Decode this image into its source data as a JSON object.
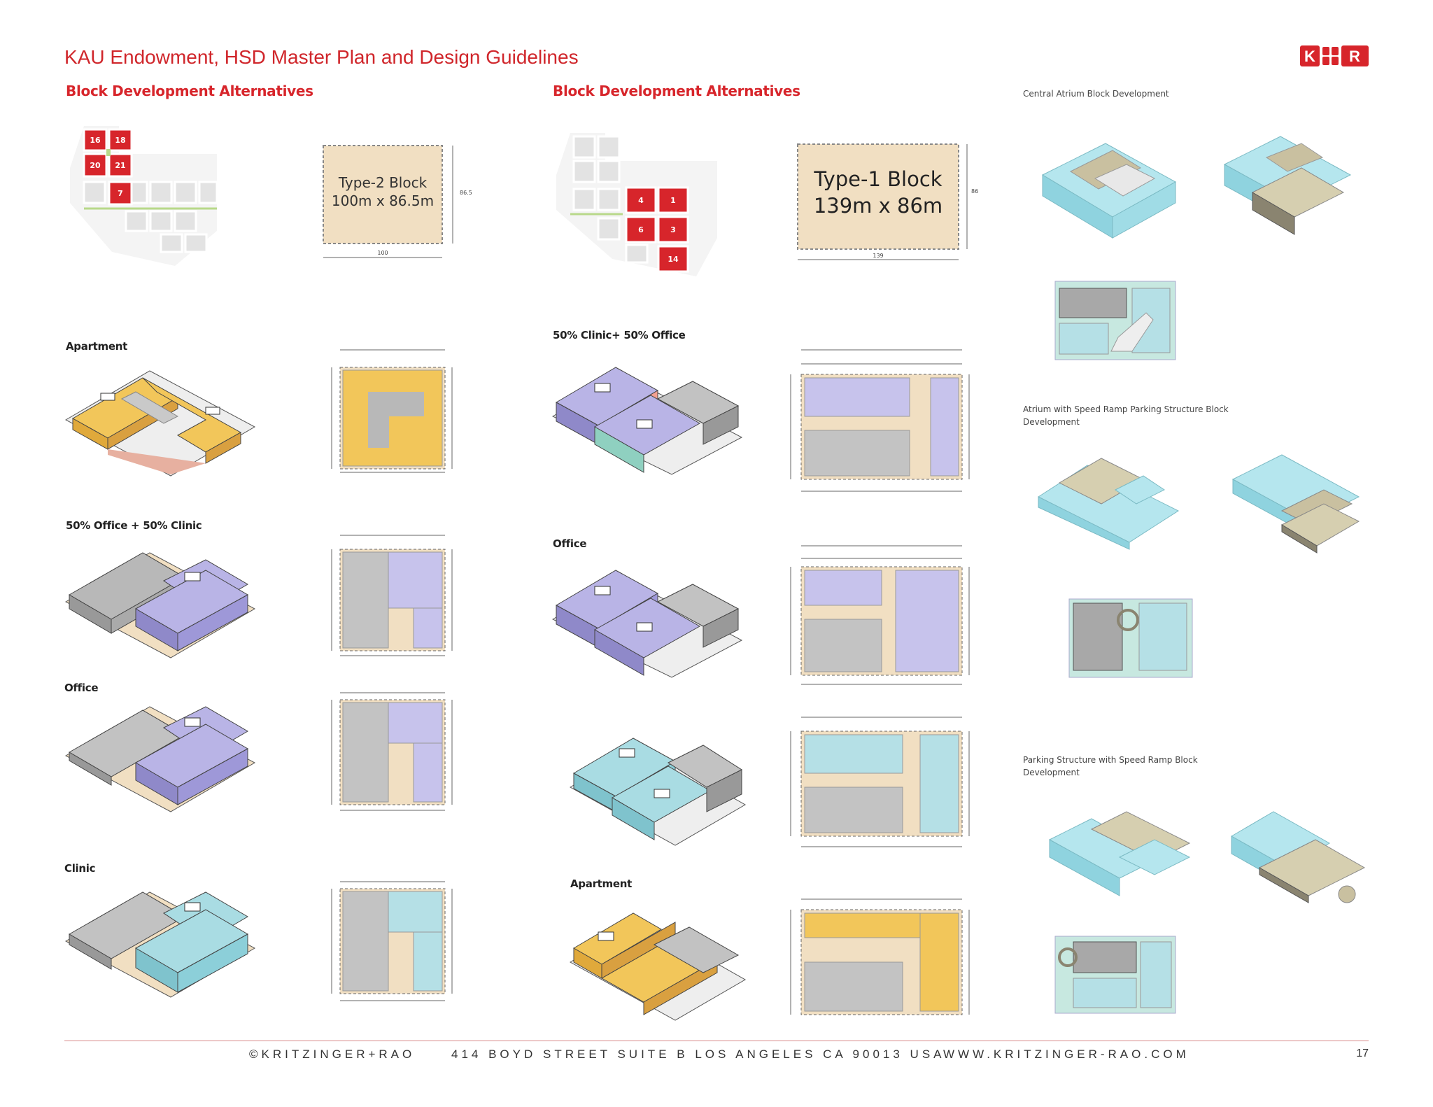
{
  "header": {
    "title": "KAU Endowment, HSD Master Plan and Design Guidelines",
    "logo": {
      "left": "K",
      "right": "R",
      "color": "#d7252b"
    }
  },
  "col1": {
    "heading": "Block Development Alternatives",
    "block_label_line1": "Type-2 Block",
    "block_label_line2": "100m x 86.5m",
    "block_dim_w": "100",
    "block_dim_h": "86.5",
    "map_blocks": [
      "16",
      "18",
      "20",
      "21",
      "7"
    ],
    "rows": [
      {
        "label": "Apartment"
      },
      {
        "label": "50% Office + 50% Clinic"
      },
      {
        "label": "Office"
      },
      {
        "label": "Clinic"
      }
    ]
  },
  "col2": {
    "heading": "Block Development Alternatives",
    "block_label_line1": "Type-1 Block",
    "block_label_line2": "139m x 86m",
    "block_dim_w": "139",
    "block_dim_h": "86",
    "map_blocks": [
      "4",
      "1",
      "6",
      "3",
      "14"
    ],
    "rows": [
      {
        "label": "50% Clinic+ 50% Office"
      },
      {
        "label": "Office"
      },
      {
        "label": ""
      },
      {
        "label": "Apartment"
      }
    ]
  },
  "col3": {
    "captions": [
      "Central Atrium Block Development",
      "Atrium with Speed Ramp Parking Structure Block Development",
      "Parking Structure with Speed Ramp Block Development"
    ]
  },
  "footer": {
    "copyright": "©KRITZINGER+RAO",
    "address": "414 BOYD STREET SUITE B LOS ANGELES CA 90013 USA",
    "website": "WWW.KRITZINGER-RAO.COM",
    "page_number": "17"
  },
  "colors": {
    "red": "#d7252b",
    "apartment": "#f2c65a",
    "office": "#b9b4e6",
    "clinic": "#a9dce3",
    "gray": "#b8b8b8",
    "sand": "#f1dfc2",
    "parking": "#a9dce3"
  }
}
